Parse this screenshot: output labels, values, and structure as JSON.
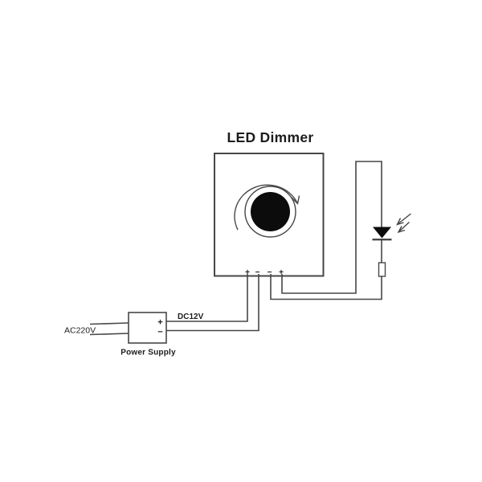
{
  "title": "LED Dimmer",
  "dimmer": {
    "terminals": [
      "+",
      "−",
      "−",
      "+"
    ]
  },
  "power_supply": {
    "label": "Power Supply",
    "plus": "+",
    "minus": "−"
  },
  "wiring": {
    "ac_input_label": "AC220V",
    "dc_output_label": "DC12V"
  },
  "colors": {
    "line": "#474747",
    "text": "#1c1c1c",
    "knob": "#0c0c0c",
    "bg": "#ffffff"
  }
}
